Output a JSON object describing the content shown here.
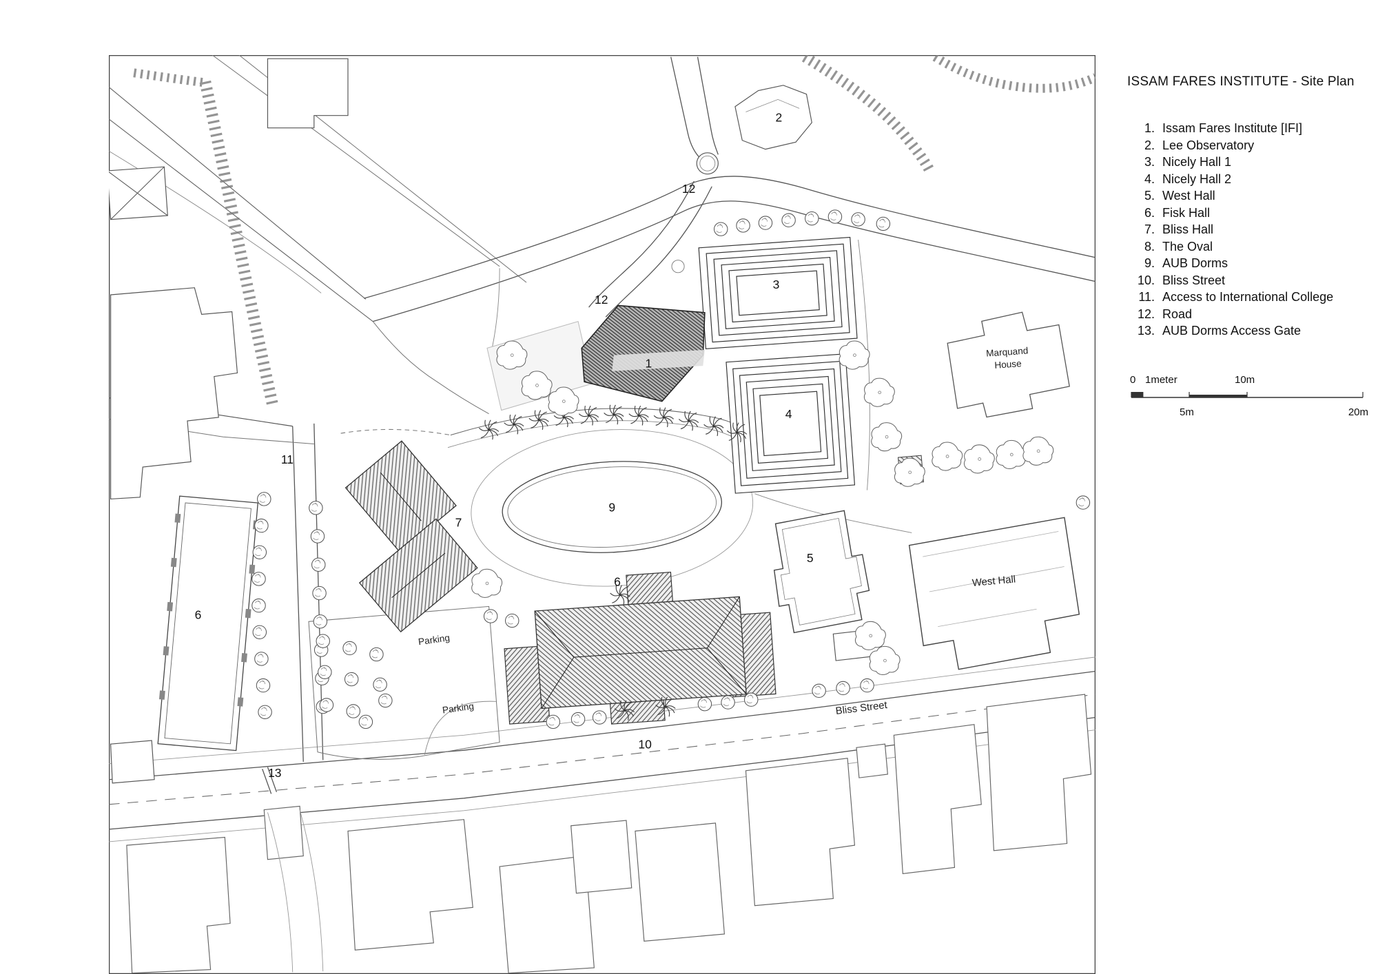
{
  "header": {
    "title": "ISSAM FARES INSTITUTE - Site Plan"
  },
  "legend": {
    "items": [
      {
        "num": "1.",
        "label": "Issam Fares Institute [IFI]"
      },
      {
        "num": "2.",
        "label": "Lee Observatory"
      },
      {
        "num": "3.",
        "label": "Nicely Hall 1"
      },
      {
        "num": "4.",
        "label": "Nicely Hall 2"
      },
      {
        "num": "5.",
        "label": "West Hall"
      },
      {
        "num": "6.",
        "label": "Fisk Hall"
      },
      {
        "num": "7.",
        "label": "Bliss Hall"
      },
      {
        "num": "8.",
        "label": "The Oval"
      },
      {
        "num": "9.",
        "label": "AUB Dorms"
      },
      {
        "num": "10.",
        "label": "Bliss Street"
      },
      {
        "num": "11.",
        "label": "Access to International College"
      },
      {
        "num": "12.",
        "label": "Road"
      },
      {
        "num": "13.",
        "label": "AUB Dorms Access Gate"
      }
    ]
  },
  "scalebar": {
    "zero": "0",
    "one_meter": "1meter",
    "ten_m": "10m",
    "five_m": "5m",
    "twenty_m": "20m"
  },
  "plan": {
    "markers": {
      "ifi": "1",
      "lee": "2",
      "nicely1": "3",
      "nicely2": "4",
      "westhall5": "5",
      "fisk6_left": "6",
      "fisk6": "6",
      "bliss7": "7",
      "oval9": "9",
      "bliss10": "10",
      "access11": "11",
      "road12_upper": "12",
      "road12_lower": "12",
      "gate13": "13"
    },
    "texts": {
      "marquand1": "Marquand",
      "marquand2": "House",
      "westhall": "West Hall",
      "blissstreet": "Bliss Street",
      "parking1": "Parking",
      "parking2": "Parking"
    }
  },
  "colors": {
    "ink": "#333333",
    "paper": "#ffffff"
  }
}
